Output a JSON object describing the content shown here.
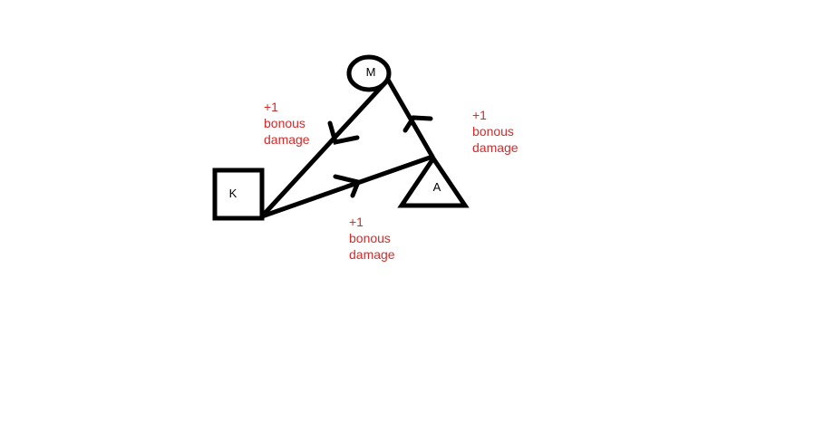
{
  "diagram": {
    "nodes": [
      {
        "id": "K",
        "label": "K",
        "shape": "square"
      },
      {
        "id": "M",
        "label": "M",
        "shape": "circle"
      },
      {
        "id": "A",
        "label": "A",
        "shape": "triangle"
      }
    ],
    "edges": [
      {
        "from": "M",
        "to": "K",
        "note_lines": [
          "+1",
          "bonous",
          "damage"
        ]
      },
      {
        "from": "A",
        "to": "M",
        "note_lines": [
          "+1",
          "bonous",
          "damage"
        ]
      },
      {
        "from": "K",
        "to": "A",
        "note_lines": [
          "+1",
          "bonous",
          "damage"
        ]
      }
    ]
  },
  "colors": {
    "ink": "#000000",
    "note": "#d42a2a",
    "background": "#ffffff"
  }
}
